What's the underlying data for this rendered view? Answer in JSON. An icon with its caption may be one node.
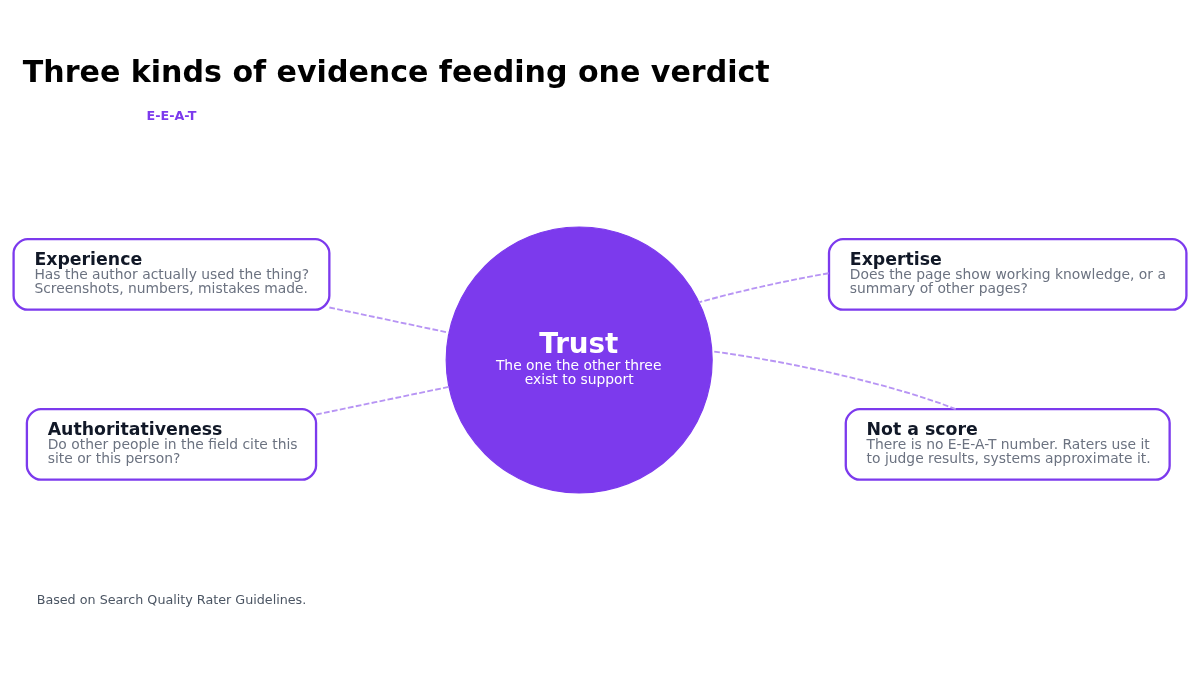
{
  "diagram": {
    "title": "Three kinds of evidence feeding one verdict",
    "caption": "Based on Search Quality Rater Guidelines.",
    "nodes": [
      {
        "text": [
          "Experience",
          "Has the author actually used the thing? Screenshots, numbers, mistakes made."
        ]
      },
      {
        "text": [
          "Expertise",
          "Does the page show working knowledge, or a summary of other pages?"
        ]
      },
      {
        "text": [
          "Trust",
          "The one the other three exist to support"
        ]
      },
      {
        "text": [
          "Authoritativeness",
          "Do other people in the field cite this site or this person?"
        ]
      },
      {
        "text": [
          "Not a score",
          "There is no E-E-A-T number. Raters use it to judge results, systems approximate it."
        ]
      }
    ],
    "edges": [
      {
        "from": 0,
        "to": 2,
        "arrow": "none",
        "style": "dashed"
      },
      {
        "from": 1,
        "to": 2,
        "arrow": "none",
        "style": "dashed"
      },
      {
        "from": 3,
        "to": 2,
        "arrow": "none",
        "style": "dashed"
      },
      {
        "from": 4,
        "to": 2,
        "arrow": "none",
        "style": "dashed"
      }
    ],
    "labels": [
      "E-E-A-T"
    ]
  }
}
